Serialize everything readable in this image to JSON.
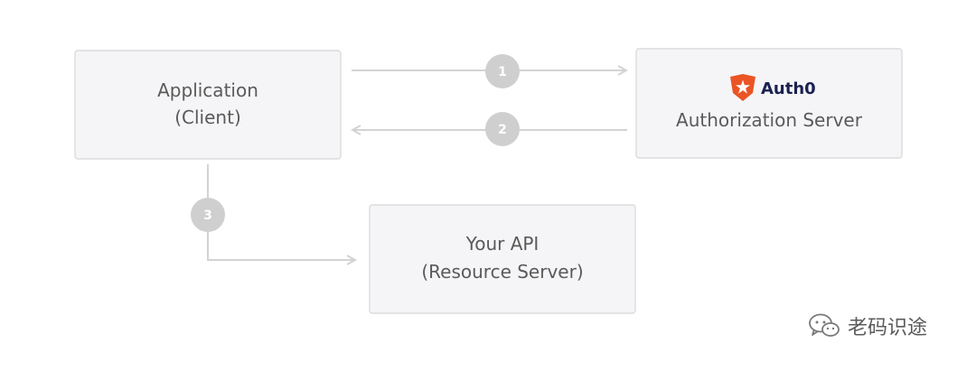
{
  "nodes": {
    "client": {
      "line1": "Application",
      "line2": "(Client)"
    },
    "auth_server": {
      "brand": "Auth0",
      "line1": "Authorization Server"
    },
    "api": {
      "line1": "Your API",
      "line2": "(Resource Server)"
    }
  },
  "steps": [
    {
      "label": "1"
    },
    {
      "label": "2"
    },
    {
      "label": "3"
    }
  ],
  "watermark": {
    "text": "老码识途",
    "icon": "wechat-icon"
  },
  "colors": {
    "box_fill": "#f5f5f7",
    "box_border": "#dcdcdf",
    "connector": "#d3d3d3",
    "badge": "#cfcfcf",
    "auth0_orange": "#eb5424",
    "auth0_navy": "#1b2150"
  }
}
